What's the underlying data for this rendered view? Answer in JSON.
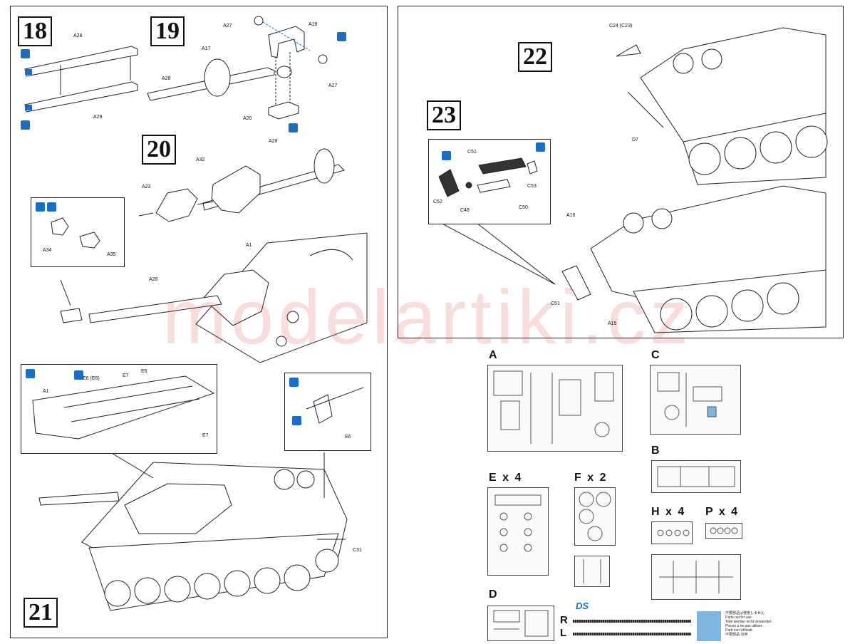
{
  "steps": {
    "s18": "18",
    "s19": "19",
    "s20": "20",
    "s21": "21",
    "s22": "22",
    "s23": "23"
  },
  "parts": {
    "A28_a": "A28",
    "A29": "A29",
    "A27_a": "A27",
    "A19": "A19",
    "A17": "A17",
    "A28_b": "A28",
    "A27_b": "A27",
    "A20": "A20",
    "A32": "A32",
    "A28_c": "A28",
    "A23": "A23",
    "A34": "A34",
    "A35": "A35",
    "A1_a": "A1",
    "A28_d": "A28",
    "E6E6": "E6 (E6)",
    "E7_a": "E7",
    "E6_a": "E6",
    "A1_b": "A1",
    "E7_b": "E7",
    "E6_b": "E6",
    "C31": "C31",
    "C24C23": "C24 (C23)",
    "D7": "D7",
    "C51_a": "C51",
    "C52": "C52",
    "C48": "C48",
    "C50": "C50",
    "C53": "C53",
    "A16": "A16",
    "C51_b": "C51",
    "A15": "A15"
  },
  "sprues": {
    "A": "A",
    "C": "C",
    "B": "B",
    "E": "E x 4",
    "F": "F x 2",
    "H": "H x 4",
    "P": "P x 4",
    "D": "D"
  },
  "tracks": {
    "R": "R",
    "L": "L"
  },
  "brand": "DS",
  "notes": [
    "不要部品は使用しません",
    "Parts not for use.",
    "Teile werden nicht verwendet.",
    "Pieces a ne pas utiliser.",
    "Parti non Utilizati.",
    "不要部品 勿用"
  ],
  "watermark": "modelartiki.cz",
  "colors": {
    "accent": "#1a6ec8",
    "watermark": "#dc2828"
  }
}
